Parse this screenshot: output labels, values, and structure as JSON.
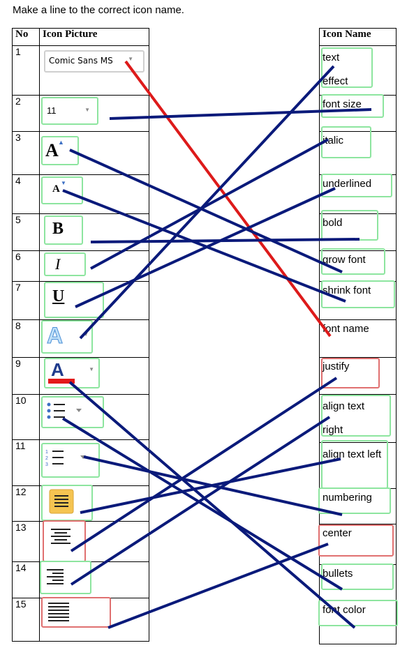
{
  "instruction": "Make a line to the correct icon name.",
  "left_table": {
    "header_no": "No",
    "header_pic": "Icon Picture",
    "rows": [
      {
        "no": "1",
        "icon": "font-name-dropdown-icon",
        "caption": "Comic Sans MS"
      },
      {
        "no": "2",
        "icon": "font-size-dropdown-icon",
        "caption": "11"
      },
      {
        "no": "3",
        "icon": "grow-font-icon",
        "caption": "A"
      },
      {
        "no": "4",
        "icon": "shrink-font-icon",
        "caption": "A"
      },
      {
        "no": "5",
        "icon": "bold-icon",
        "caption": "B"
      },
      {
        "no": "6",
        "icon": "italic-icon",
        "caption": "I"
      },
      {
        "no": "7",
        "icon": "underline-icon",
        "caption": "U"
      },
      {
        "no": "8",
        "icon": "text-effect-icon",
        "caption": "A"
      },
      {
        "no": "9",
        "icon": "font-color-icon",
        "caption": "A"
      },
      {
        "no": "10",
        "icon": "bullets-icon",
        "caption": ""
      },
      {
        "no": "11",
        "icon": "numbering-icon",
        "caption": ""
      },
      {
        "no": "12",
        "icon": "justify-icon",
        "caption": ""
      },
      {
        "no": "13",
        "icon": "center-icon",
        "caption": ""
      },
      {
        "no": "14",
        "icon": "align-right-icon",
        "caption": ""
      },
      {
        "no": "15",
        "icon": "align-left-icon",
        "caption": ""
      }
    ]
  },
  "right_table": {
    "header": "Icon Name",
    "names": [
      "text effect",
      "font size",
      "italic",
      "underlined",
      "bold",
      "grow font",
      "shrink font",
      "font name",
      "justify",
      "align text right",
      "align text left",
      "numbering",
      "center",
      "bullets",
      "font color"
    ]
  },
  "colors": {
    "line_blue": "#0a1a7a",
    "line_red": "#dd1a1a",
    "box_green": "#8de59f",
    "box_red": "#e07070",
    "font_color_bar": "#e31a1a",
    "highlight": "#f5c451"
  }
}
